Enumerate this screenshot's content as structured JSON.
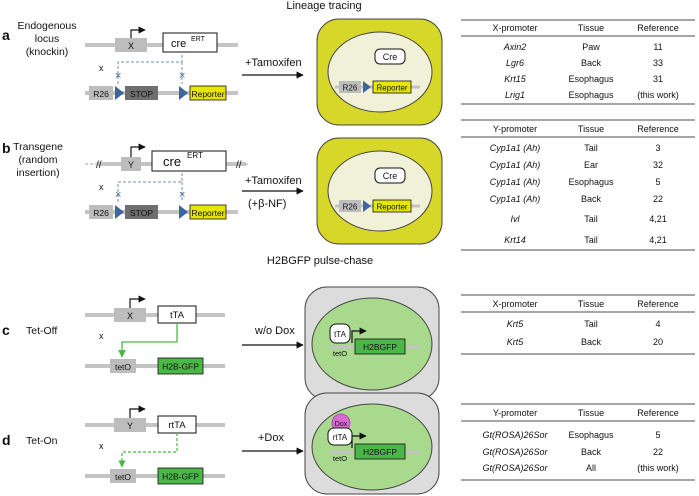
{
  "headers": {
    "lineage_tracing": "Lineage tracing",
    "pulse_chase": "H2BGFP pulse-chase"
  },
  "panels": [
    {
      "letter": "a",
      "label_lines": [
        "Endogenous",
        "locus",
        "(knockin)"
      ],
      "promoter": "X",
      "driver": "cre",
      "driver_sup": "ERT",
      "cross": "x",
      "locus": "R26",
      "stop": "STOP",
      "reporter": "Reporter",
      "treatment_lines": [
        "+Tamoxifen"
      ],
      "cell_enzyme": "Cre",
      "cell_locus": "R26",
      "cell_reporter": "Reporter",
      "table": {
        "headers": [
          "X-promoter",
          "Tissue",
          "Reference"
        ],
        "rows": [
          [
            "Axin2",
            "Paw",
            "11"
          ],
          [
            "Lgr6",
            "Back",
            "33"
          ],
          [
            "Krt15",
            "Esophagus",
            "31"
          ],
          [
            "Lrig1",
            "Esophagus",
            "(this work)"
          ]
        ]
      }
    },
    {
      "letter": "b",
      "label_lines": [
        "Transgene",
        "(random",
        "insertion)"
      ],
      "promoter": "Y",
      "driver": "cre",
      "driver_sup": "ERT",
      "cross": "x",
      "locus": "R26",
      "stop": "STOP",
      "reporter": "Reporter",
      "treatment_lines": [
        "+Tamoxifen",
        "(+β-NF)"
      ],
      "cell_enzyme": "Cre",
      "cell_locus": "R26",
      "cell_reporter": "Reporter",
      "table": {
        "headers": [
          "Y-promoter",
          "Tissue",
          "Reference"
        ],
        "rows": [
          [
            "Cyp1a1 (Ah)",
            "Tail",
            "3"
          ],
          [
            "Cyp1a1 (Ah)",
            "Ear",
            "32"
          ],
          [
            "Cyp1a1 (Ah)",
            "Esophagus",
            "5"
          ],
          [
            "Cyp1a1 (Ah)",
            "Back",
            "22"
          ],
          [
            "Ivl",
            "Tail",
            "4,21"
          ],
          [
            "Krt14",
            "Tail",
            "4,21"
          ]
        ]
      }
    },
    {
      "letter": "c",
      "label_lines": [
        "Tet-Off"
      ],
      "promoter": "X",
      "driver": "tTA",
      "cross": "x",
      "operator": "tetO",
      "reporter": "H2B-GFP",
      "treatment_lines": [
        "w/o Dox"
      ],
      "cell_factor": "tTA",
      "cell_operator": "tetO",
      "cell_reporter": "H2BGFP",
      "table": {
        "headers": [
          "X-promoter",
          "Tissue",
          "Reference"
        ],
        "rows": [
          [
            "Krt5",
            "Tail",
            "4"
          ],
          [
            "Krt5",
            "Back",
            "20"
          ]
        ]
      }
    },
    {
      "letter": "d",
      "label_lines": [
        "Tet-On"
      ],
      "promoter": "Y",
      "driver": "rtTA",
      "cross": "x",
      "operator": "tetO",
      "reporter": "H2B-GFP",
      "treatment_lines": [
        "+Dox"
      ],
      "cell_drug": "Dox",
      "cell_factor": "rtTA",
      "cell_operator": "tetO",
      "cell_reporter": "H2BGFP",
      "table": {
        "headers": [
          "Y-promoter",
          "Tissue",
          "Reference"
        ],
        "rows": [
          [
            "Gt(ROSA)26Sor",
            "Esophagus",
            "5"
          ],
          [
            "Gt(ROSA)26Sor",
            "Back",
            "22"
          ],
          [
            "Gt(ROSA)26Sor",
            "All",
            "(this work)"
          ]
        ]
      }
    }
  ],
  "colors": {
    "reporter_yellow": "#e6e600",
    "cell_yellow": "#d7d72a",
    "nucleus_cream": "#f0f1d8",
    "gfp_green": "#4cb648",
    "nucleus_green": "#a8d98d",
    "cell_grey": "#dcdcdc",
    "dox_pink": "#d86ad6",
    "dashed_blue": "#6e8fb5",
    "loxp_blue": "#3f64a6",
    "gene_grey": "#bdbdbd",
    "stop_grey": "#6e6e6e"
  }
}
